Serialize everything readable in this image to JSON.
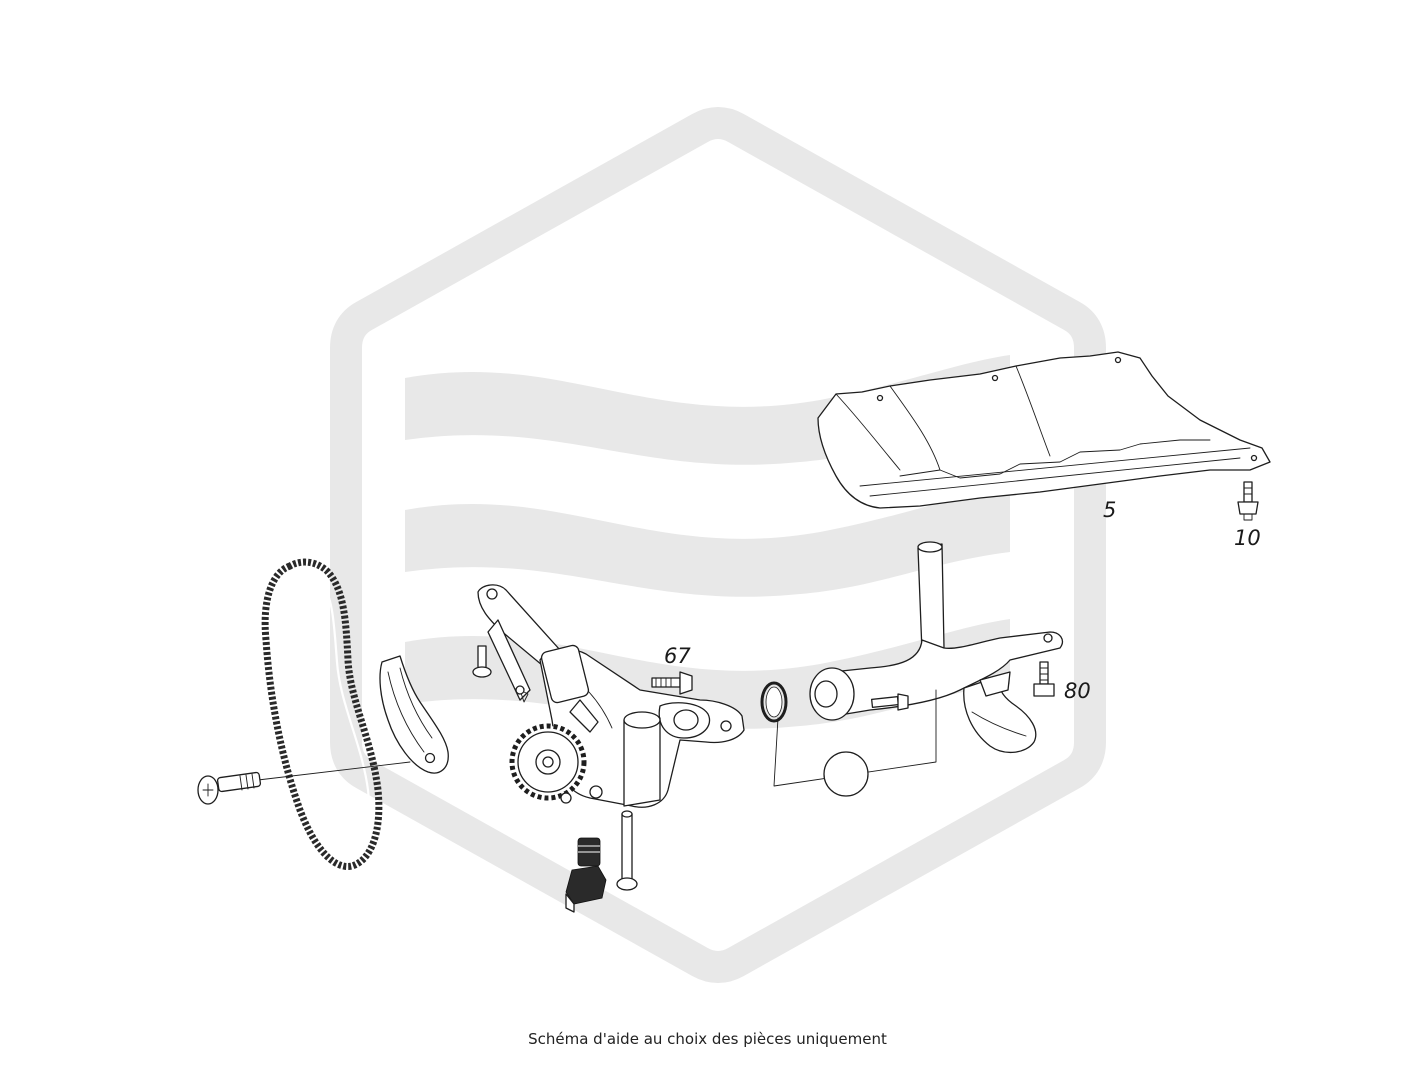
{
  "diagram": {
    "part_numbers": {
      "oil_pan_baffle": "5",
      "baffle_bolt": "10",
      "oil_pump_bolt": "67",
      "pickup_bolt": "80"
    },
    "watermark_color": "#e8e8e8",
    "line_color": "#1e1e1e"
  },
  "caption": "Schéma d'aide au choix des pièces uniquement"
}
